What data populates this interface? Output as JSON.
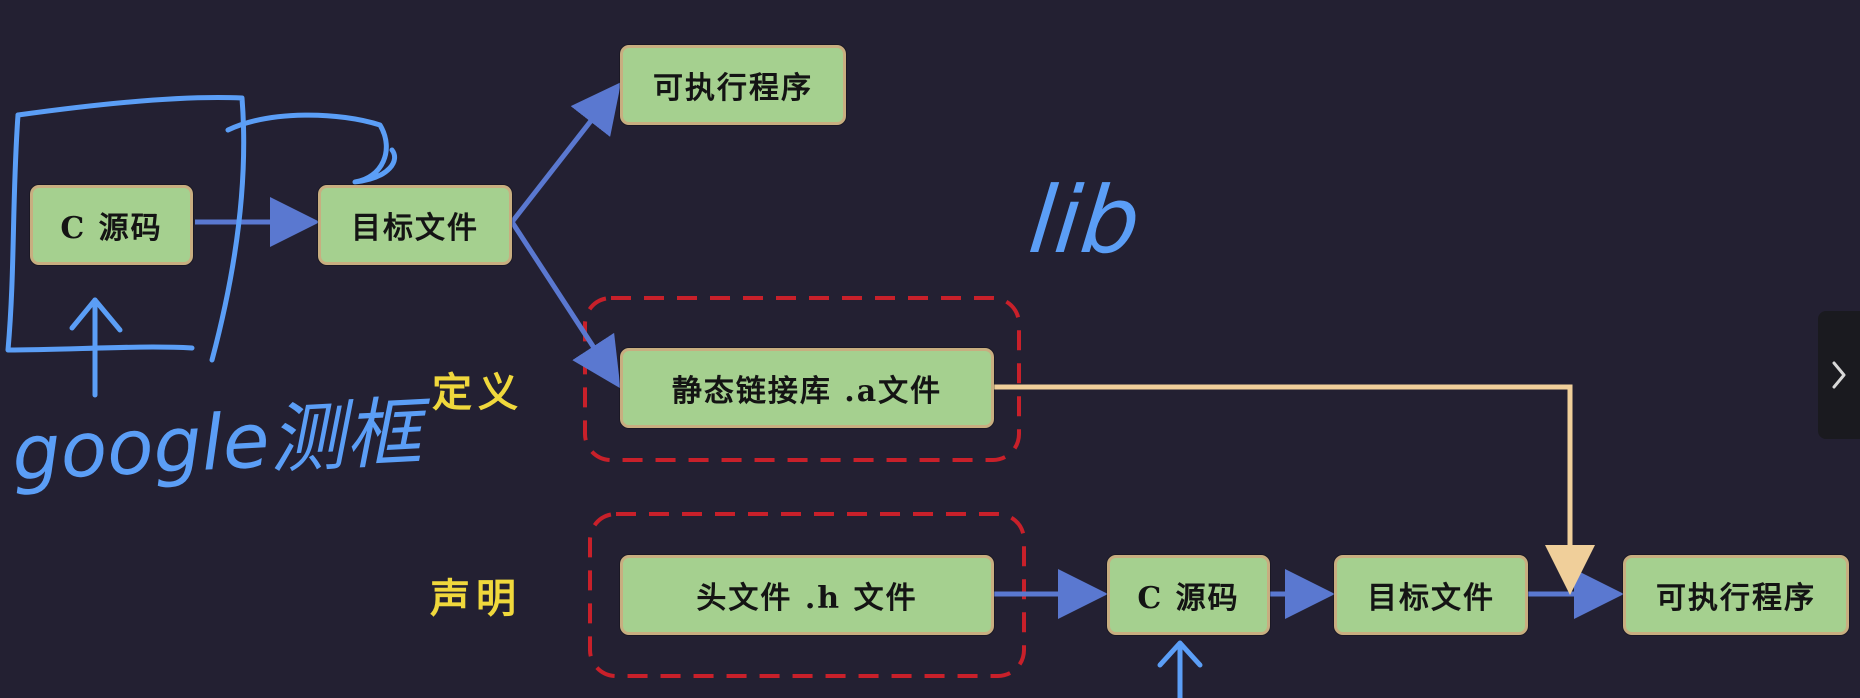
{
  "nodes": {
    "c_source_top": "C 源码",
    "object_file_top": "目标文件",
    "executable_top": "可执行程序",
    "static_lib": "静态链接库 .a文件",
    "header_file": "头文件 .h 文件",
    "c_source_bottom": "C 源码",
    "object_file_bottom": "目标文件",
    "executable_bottom": "可执行程序"
  },
  "labels": {
    "definition": "定义",
    "declaration": "声明"
  },
  "annotations": {
    "lib": "lib",
    "google_test": "google测框"
  },
  "colors": {
    "background": "#232032",
    "node_fill": "#a5d08f",
    "node_border": "#c8ae80",
    "arrow": "#5a78d0",
    "link_arrow": "#f0cf9a",
    "dashed_box": "#c8202a",
    "label_yellow": "#f0d83c",
    "handwriting_blue": "#5b9ef6"
  },
  "nav": {
    "next_icon": "chevron-right-icon"
  }
}
